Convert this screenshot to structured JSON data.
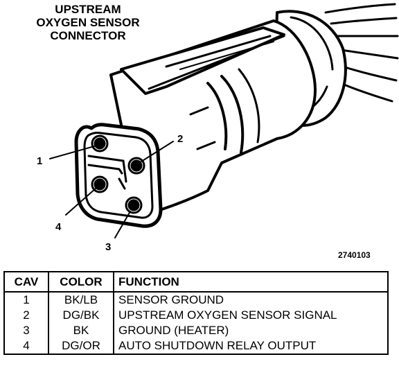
{
  "title": {
    "line1": "UPSTREAM",
    "line2": "OXYGEN SENSOR",
    "line3": "CONNECTOR"
  },
  "pins": [
    {
      "label": "1"
    },
    {
      "label": "2"
    },
    {
      "label": "3"
    },
    {
      "label": "4"
    }
  ],
  "figure_id": "2740103",
  "table": {
    "headers": [
      "CAV",
      "COLOR",
      "FUNCTION"
    ],
    "rows": [
      {
        "cav": "1",
        "color": "BK/LB",
        "function": "SENSOR GROUND"
      },
      {
        "cav": "2",
        "color": "DG/BK",
        "function": "UPSTREAM OXYGEN SENSOR SIGNAL"
      },
      {
        "cav": "3",
        "color": "BK",
        "function": "GROUND (HEATER)"
      },
      {
        "cav": "4",
        "color": "DG/OR",
        "function": "AUTO SHUTDOWN RELAY OUTPUT"
      }
    ]
  }
}
